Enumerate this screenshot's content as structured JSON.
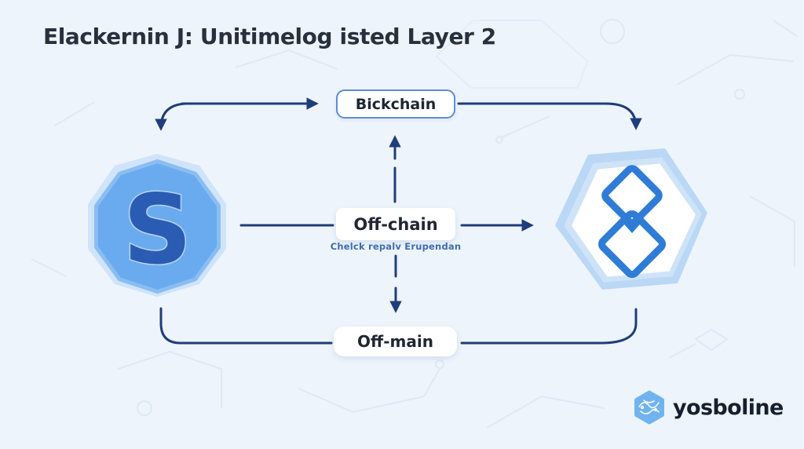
{
  "title": "Elackernin J: Unitimelog isted Layer 2",
  "diagram": {
    "top_node": {
      "label": "Bickchain"
    },
    "middle_node": {
      "label": "Off-chain",
      "sublabel": "Chelck repalv Erupendan"
    },
    "bottom_node": {
      "label": "Off-main"
    },
    "left_token": {
      "letter": "S"
    }
  },
  "branding": {
    "wordmark": "yosboline"
  },
  "colors": {
    "background": "#edf4fb",
    "arrow": "#1e3d7b",
    "top_node_border": "#5b8fd3",
    "node_text": "#1f2733",
    "subtitle_text": "#3f6cb0",
    "left_token_fill": "#69abee",
    "left_token_letter": "#2b5cb4",
    "right_token_logo": "#2e7cd6",
    "brand_hex": "#70b3ef",
    "wordmark_text": "#161f2d"
  }
}
